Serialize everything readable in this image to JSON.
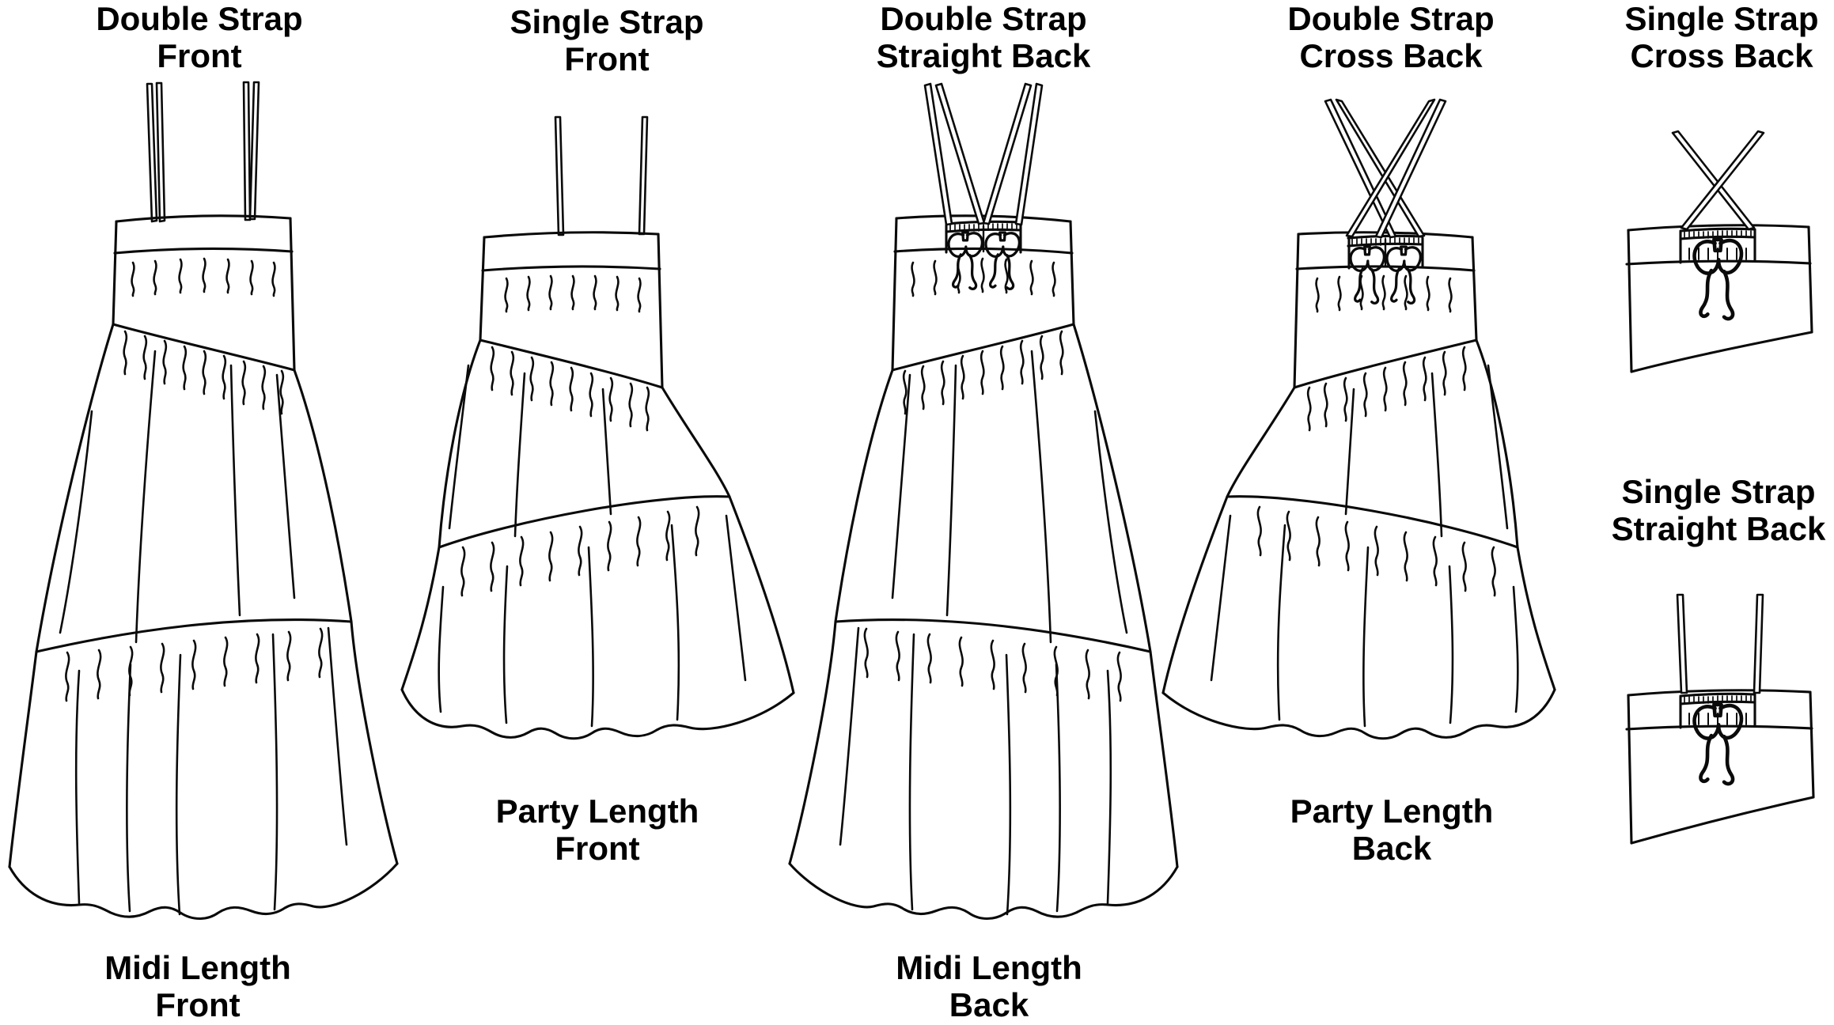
{
  "canvas": {
    "background": "#ffffff",
    "line_color": "#0a0a0a",
    "text_color": "#000000"
  },
  "views": [
    {
      "id": "midi-front",
      "top_label": "Double Strap\nFront",
      "bottom_label": "Midi Length\nFront"
    },
    {
      "id": "party-front",
      "top_label": "Single Strap\nFront",
      "bottom_label": "Party Length\nFront"
    },
    {
      "id": "midi-back",
      "top_label": "Double Strap\nStraight Back",
      "bottom_label": "Midi Length\nBack"
    },
    {
      "id": "party-back",
      "top_label": "Double Strap\nCross Back",
      "bottom_label": "Party Length\nBack"
    },
    {
      "id": "cross-back-detail",
      "top_label": "Single Strap\nCross Back"
    },
    {
      "id": "straight-back-detail",
      "top_label": "Single Strap\nStraight Back"
    }
  ]
}
